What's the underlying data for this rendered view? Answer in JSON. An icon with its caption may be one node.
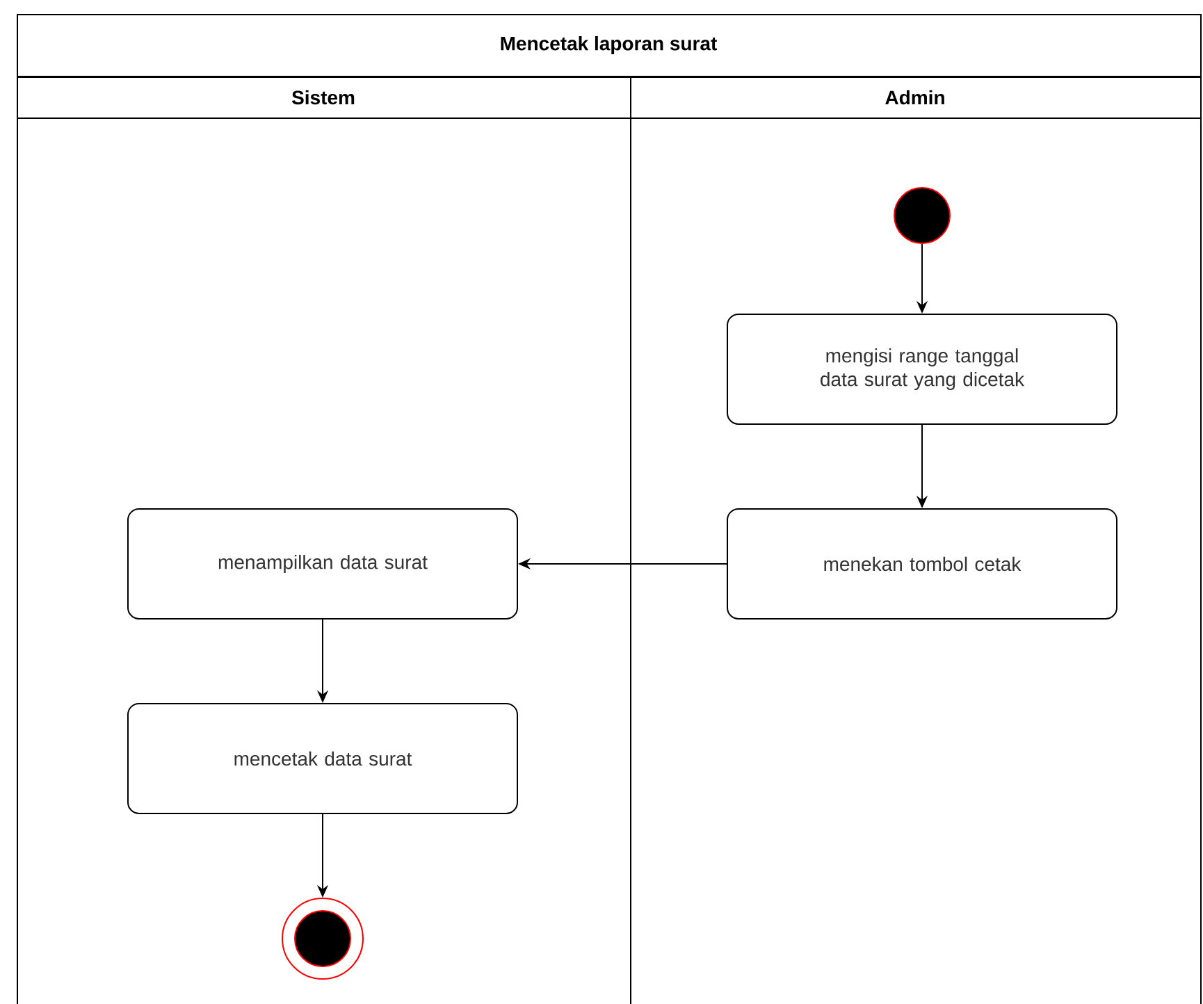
{
  "diagram": {
    "nodes": [
      {
        "text": [
          "Mencetak laporan surat"
        ]
      },
      {
        "text": [
          "Sistem"
        ],
        "in": 0
      },
      {
        "text": [
          "Admin"
        ],
        "in": 0
      },
      {
        "text": [],
        "shape": "circle",
        "in": 2
      },
      {
        "text": [
          "mengisi range tanggal data surat yang dicetak"
        ],
        "in": 2
      },
      {
        "text": [
          "menekan tombol cetak"
        ],
        "in": 2
      },
      {
        "text": [
          "menampilkan data surat"
        ],
        "in": 1
      },
      {
        "text": [
          "mencetak data surat"
        ],
        "in": 1
      },
      {
        "text": [],
        "shape": "bullseye",
        "in": 1
      }
    ],
    "edges": [
      {
        "from": 3,
        "to": 4,
        "arrow": "to"
      },
      {
        "from": 4,
        "to": 5,
        "arrow": "to"
      },
      {
        "from": 5,
        "to": 6,
        "arrow": "to"
      },
      {
        "from": 6,
        "to": 7,
        "arrow": "to"
      },
      {
        "from": 7,
        "to": 8,
        "arrow": "to"
      }
    ]
  }
}
